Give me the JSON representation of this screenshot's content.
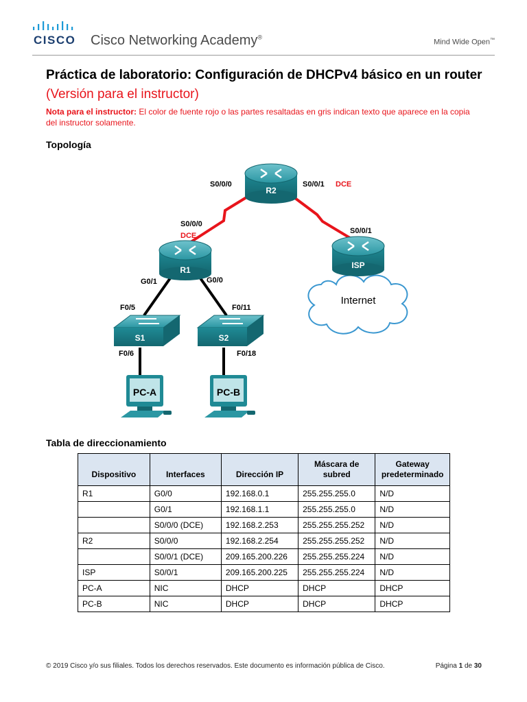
{
  "header": {
    "logo_text": "CISCO",
    "academy": "Cisco Networking Academy",
    "academy_mark": "®",
    "tagline": "Mind Wide Open",
    "tagline_mark": "™"
  },
  "title": {
    "main": "Práctica de laboratorio: Configuración de DHCPv4 básico en un router",
    "instructor_version": "(Versión para el instructor)"
  },
  "note": {
    "label": "Nota para el instructor:",
    "text": "El color de fuente rojo o las partes resaltadas en gris indican texto que aparece en la copia del instructor solamente."
  },
  "topology": {
    "heading": "Topología",
    "devices": {
      "r2": "R2",
      "r1": "R1",
      "isp": "ISP",
      "internet": "Internet",
      "s1": "S1",
      "s2": "S2",
      "pca": "PC-A",
      "pcb": "PC-B"
    },
    "ports": {
      "r2_s000": "S0/0/0",
      "r2_s001": "S0/0/1",
      "r2_dce": "DCE",
      "r1_s000": "S0/0/0",
      "r1_dce": "DCE",
      "isp_s001": "S0/0/1",
      "r1_g01": "G0/1",
      "r1_g00": "G0/0",
      "s1_f05": "F0/5",
      "s2_f011": "F0/11",
      "s1_f06": "F0/6",
      "s2_f018": "F0/18"
    },
    "colors": {
      "serial_link": "#e8141b",
      "device": "#1f8a95",
      "dce_label": "#e8141b"
    }
  },
  "table": {
    "heading": "Tabla de direccionamiento",
    "headers": [
      "Dispositivo",
      "Interfaces",
      "Dirección IP",
      "Máscara de subred",
      "Gateway predeterminado"
    ],
    "rows": [
      [
        "R1",
        "G0/0",
        "192.168.0.1",
        "255.255.255.0",
        "N/D"
      ],
      [
        "",
        "G0/1",
        "192.168.1.1",
        "255.255.255.0",
        "N/D"
      ],
      [
        "",
        "S0/0/0 (DCE)",
        "192.168.2.253",
        "255.255.255.252",
        "N/D"
      ],
      [
        "R2",
        "S0/0/0",
        "192.168.2.254",
        "255.255.255.252",
        "N/D"
      ],
      [
        "",
        "S0/0/1 (DCE)",
        "209.165.200.226",
        "255.255.255.224",
        "N/D"
      ],
      [
        "ISP",
        "S0/0/1",
        "209.165.200.225",
        "255.255.255.224",
        "N/D"
      ],
      [
        "PC-A",
        "NIC",
        "DHCP",
        "DHCP",
        "DHCP"
      ],
      [
        "PC-B",
        "NIC",
        "DHCP",
        "DHCP",
        "DHCP"
      ]
    ]
  },
  "footer": {
    "copyright": "© 2019 Cisco y/o sus filiales. Todos los derechos reservados. Este documento es información pública de Cisco.",
    "page_label": "Página",
    "page_current": "1",
    "page_of": "de",
    "page_total": "30"
  }
}
